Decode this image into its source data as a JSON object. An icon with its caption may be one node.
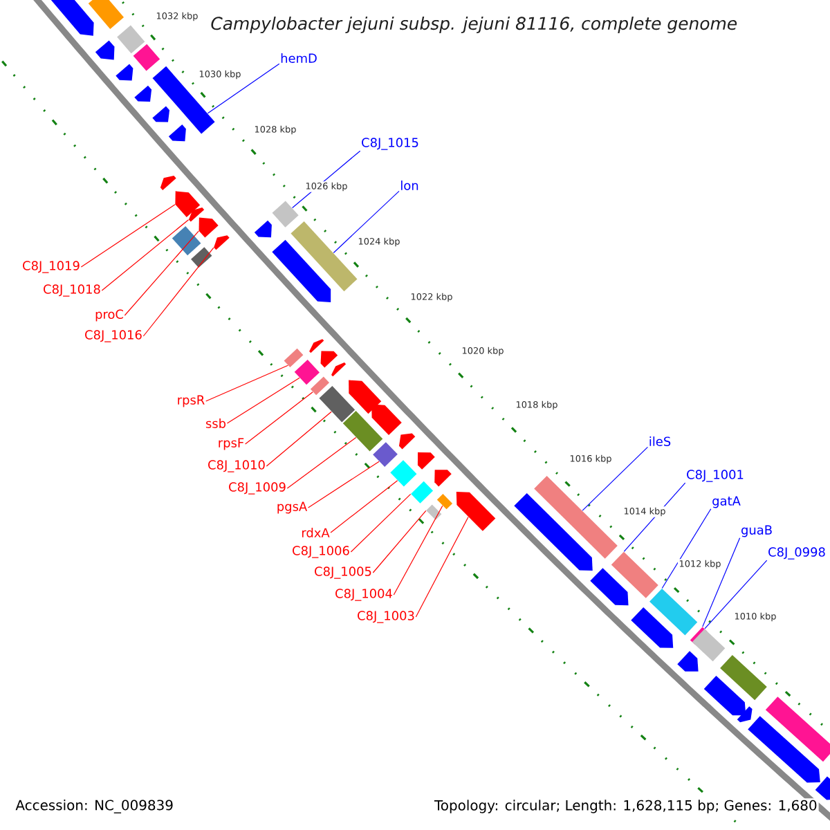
{
  "diagram": {
    "title": "Campylobacter jejuni subsp. jejuni 81116, complete genome",
    "nodes": [
      {
        "text": [
          "hemD"
        ]
      },
      {
        "text": [
          "C8J_1015"
        ]
      },
      {
        "text": [
          "lon"
        ]
      },
      {
        "text": [
          "C8J_1019"
        ]
      },
      {
        "text": [
          "C8J_1018"
        ]
      },
      {
        "text": [
          "proC"
        ]
      },
      {
        "text": [
          "C8J_1016"
        ]
      },
      {
        "text": [
          "rpsR"
        ]
      },
      {
        "text": [
          "ssb"
        ]
      },
      {
        "text": [
          "ileS"
        ]
      },
      {
        "text": [
          "rpsF"
        ]
      },
      {
        "text": [
          "C8J_1010"
        ]
      },
      {
        "text": [
          "C8J_1001"
        ]
      },
      {
        "text": [
          "C8J_1009"
        ]
      },
      {
        "text": [
          "gatA"
        ]
      },
      {
        "text": [
          "pgsA"
        ]
      },
      {
        "text": [
          "guaB"
        ]
      },
      {
        "text": [
          "rdxA"
        ]
      },
      {
        "text": [
          "C8J_1006"
        ]
      },
      {
        "text": [
          "C8J_0998"
        ]
      },
      {
        "text": [
          "C8J_1005"
        ]
      },
      {
        "text": [
          "C8J_1004"
        ]
      },
      {
        "text": [
          "C8J_1003"
        ]
      },
      {
        "text": [],
        "shape": "arrow"
      },
      {
        "text": [],
        "shape": "bar"
      },
      {
        "text": [],
        "shape": "arrow"
      },
      {
        "text": [],
        "shape": "bar"
      },
      {
        "text": [],
        "shape": "bar"
      },
      {
        "text": [],
        "shape": "arrow"
      },
      {
        "text": [],
        "shape": "bar"
      },
      {
        "text": [],
        "shape": "arrow"
      },
      {
        "text": [],
        "shape": "arrow"
      },
      {
        "text": [],
        "shape": "arrow"
      },
      {
        "text": [],
        "shape": "arrow"
      },
      {
        "text": [],
        "shape": "arrow"
      },
      {
        "text": [],
        "shape": "arrow"
      },
      {
        "text": [],
        "shape": "bar"
      },
      {
        "text": [],
        "shape": "arrow"
      },
      {
        "text": [],
        "shape": "bar"
      },
      {
        "text": [],
        "shape": "arrow"
      },
      {
        "text": [],
        "shape": "bar"
      },
      {
        "text": [],
        "shape": "arrow"
      },
      {
        "text": [],
        "shape": "bar"
      },
      {
        "text": [],
        "shape": "arrow"
      },
      {
        "text": [],
        "shape": "bar"
      },
      {
        "text": [],
        "shape": "arrow"
      },
      {
        "text": [],
        "shape": "bar"
      },
      {
        "text": [],
        "shape": "arrow"
      },
      {
        "text": [],
        "shape": "bar"
      },
      {
        "text": [],
        "shape": "arrow"
      },
      {
        "text": [],
        "shape": "bar"
      },
      {
        "text": [],
        "shape": "arrow"
      },
      {
        "text": [],
        "shape": "bar"
      },
      {
        "text": [],
        "shape": "arrow"
      },
      {
        "text": [],
        "shape": "bar"
      },
      {
        "text": [],
        "shape": "arrow"
      },
      {
        "text": [],
        "shape": "bar"
      },
      {
        "text": [],
        "shape": "arrow"
      },
      {
        "text": [],
        "shape": "arrow"
      },
      {
        "text": [],
        "shape": "bar"
      },
      {
        "text": [],
        "shape": "bar"
      },
      {
        "text": [],
        "shape": "bar"
      },
      {
        "text": [],
        "shape": "arrow"
      },
      {
        "text": [],
        "shape": "arrow"
      },
      {
        "text": [],
        "shape": "bar"
      },
      {
        "text": [],
        "shape": "arrow"
      },
      {
        "text": [],
        "shape": "bar"
      },
      {
        "text": [],
        "shape": "bar"
      },
      {
        "text": [],
        "shape": "arrow"
      },
      {
        "text": [],
        "shape": "bar"
      },
      {
        "text": [],
        "shape": "bar"
      },
      {
        "text": [],
        "shape": "arrow"
      },
      {
        "text": [],
        "shape": "bar"
      },
      {
        "text": [],
        "shape": "arrow"
      },
      {
        "text": [],
        "shape": "arrow"
      },
      {
        "text": [],
        "shape": "bar"
      },
      {
        "text": [],
        "shape": "arrow"
      },
      {
        "text": [],
        "shape": "arrow"
      }
    ],
    "edges": [
      {
        "from": 0,
        "to": 29,
        "arrow": "none",
        "color": "#0000ff"
      },
      {
        "from": 1,
        "to": 40,
        "arrow": "none",
        "color": "#0000ff"
      },
      {
        "from": 2,
        "to": 42,
        "arrow": "none",
        "color": "#0000ff"
      },
      {
        "from": 3,
        "to": 34,
        "arrow": "none"
      },
      {
        "from": 4,
        "to": 35,
        "arrow": "none"
      },
      {
        "from": 5,
        "to": 37,
        "arrow": "none"
      },
      {
        "from": 6,
        "to": 39,
        "arrow": "none"
      },
      {
        "from": 7,
        "to": 44,
        "arrow": "none"
      },
      {
        "from": 8,
        "to": 46,
        "arrow": "none"
      },
      {
        "from": 9,
        "to": 64,
        "arrow": "none",
        "color": "#0000ff"
      },
      {
        "from": 10,
        "to": 48,
        "arrow": "none"
      },
      {
        "from": 11,
        "to": 50,
        "arrow": "none"
      },
      {
        "from": 12,
        "to": 66,
        "arrow": "none",
        "color": "#0000ff"
      },
      {
        "from": 13,
        "to": 52,
        "arrow": "none"
      },
      {
        "from": 14,
        "to": 67,
        "arrow": "none",
        "color": "#0000ff"
      },
      {
        "from": 15,
        "to": 54,
        "arrow": "none"
      },
      {
        "from": 16,
        "to": 69,
        "arrow": "none",
        "color": "#0000ff"
      },
      {
        "from": 17,
        "to": 56,
        "arrow": "none"
      },
      {
        "from": 18,
        "to": 59,
        "arrow": "none"
      },
      {
        "from": 19,
        "to": 70,
        "arrow": "none",
        "color": "#0000ff"
      },
      {
        "from": 20,
        "to": 60,
        "arrow": "none"
      },
      {
        "from": 21,
        "to": 61,
        "arrow": "none"
      },
      {
        "from": 22,
        "to": 62,
        "arrow": "none"
      }
    ],
    "labels": [
      "1032 kbp",
      "1030 kbp",
      "1028 kbp",
      "1026 kbp",
      "1024 kbp",
      "1022 kbp",
      "1020 kbp",
      "1018 kbp",
      "1016 kbp",
      "1014 kbp",
      "1012 kbp",
      "1010 kbp",
      "Accession: NC_009839",
      "Topology: circular; Length: 1,628,115 bp; Genes: 1,680"
    ]
  }
}
